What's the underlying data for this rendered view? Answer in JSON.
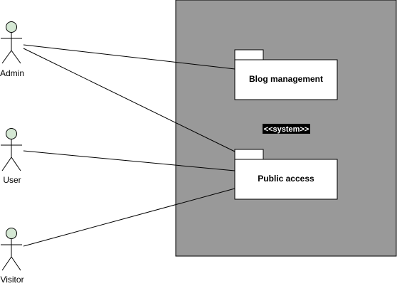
{
  "diagram": {
    "colors": {
      "system_fill": "#999999",
      "actor_head": "#d5e8d4",
      "actor_head_stroke": "#82b366",
      "package_fill": "#ffffff",
      "stereotype_bg": "#000000",
      "stereotype_text": "#ffffff",
      "line": "#000000"
    },
    "system": {
      "stereotype": "<<system>>"
    },
    "actors": [
      {
        "id": "admin",
        "name": "Admin"
      },
      {
        "id": "user",
        "name": "User"
      },
      {
        "id": "visitor",
        "name": "Visitor"
      }
    ],
    "packages": [
      {
        "id": "blog",
        "name": "Blog management"
      },
      {
        "id": "public",
        "name": "Public access"
      }
    ],
    "associations": [
      {
        "from": "admin",
        "to": "blog"
      },
      {
        "from": "admin",
        "to": "public"
      },
      {
        "from": "user",
        "to": "public"
      },
      {
        "from": "visitor",
        "to": "public"
      }
    ]
  }
}
